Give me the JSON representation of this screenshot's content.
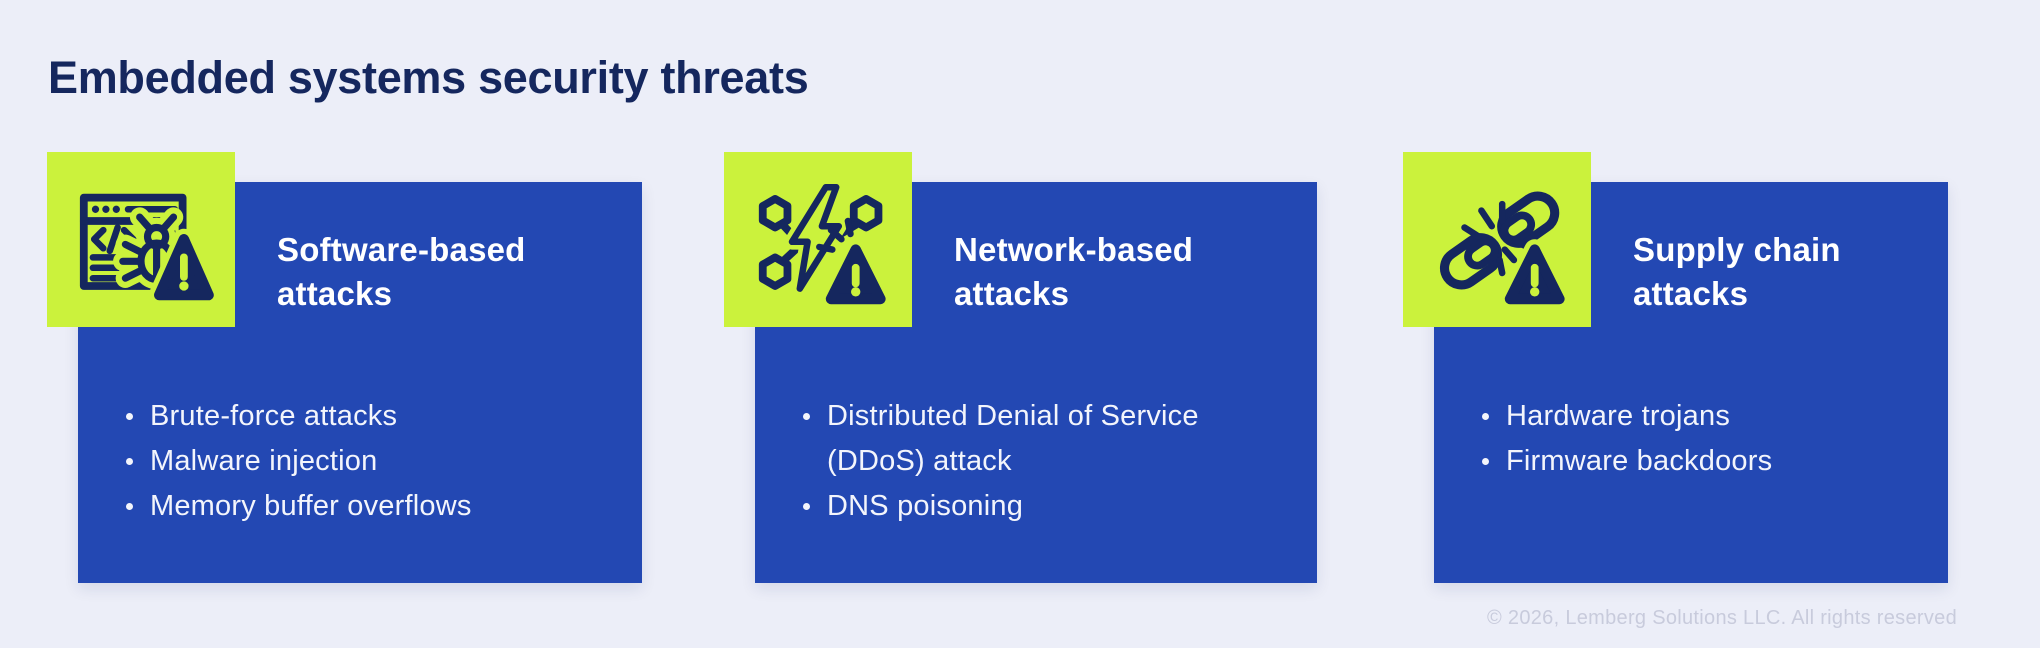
{
  "page": {
    "title": "Embedded systems security threats",
    "footer": "© 2026, Lemberg Solutions LLC. All rights reserved"
  },
  "colors": {
    "background": "#ECEEF8",
    "card_blue": "#2348B3",
    "tile_lime": "#CBF23C",
    "ink_navy": "#15275E",
    "bullet_text": "#F3F5FC",
    "title_text": "#FFFFFF",
    "footer_text": "#C8CBDC"
  },
  "cards": [
    {
      "icon": "code-window-bug-warning-icon",
      "title": "Software-based attacks",
      "items": [
        "Brute-force attacks",
        "Malware injection",
        "Memory buffer overflows"
      ]
    },
    {
      "icon": "network-lightning-warning-icon",
      "title": "Network-based attacks",
      "items": [
        "Distributed Denial of Service (DDoS) attack",
        "DNS poisoning"
      ]
    },
    {
      "icon": "broken-chain-warning-icon",
      "title": "Supply chain attacks",
      "items": [
        "Hardware trojans",
        "Firmware backdoors"
      ]
    }
  ]
}
